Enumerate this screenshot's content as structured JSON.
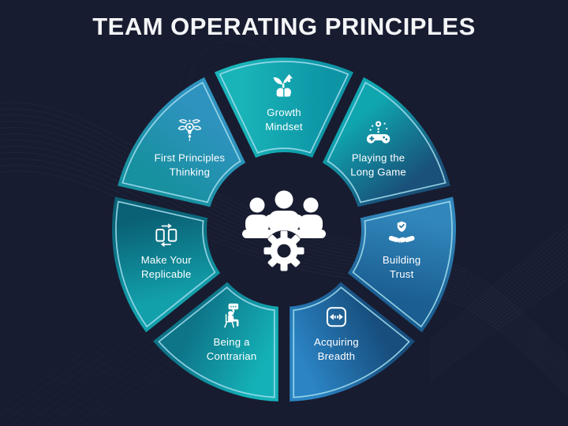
{
  "title": "TEAM OPERATING PRINCIPLES",
  "colors": {
    "background": "#181c30",
    "title_text": "#f4f5f7",
    "label_text": "#ffffff",
    "segment_outline": "#9fdcec",
    "icon_white": "#ffffff",
    "wave_line": "#7d92c4"
  },
  "wheel": {
    "center_icon": "team-gear-icon",
    "segments": [
      {
        "id": "growth-mindset",
        "line1": "Growth",
        "line2": "Mindset",
        "icon": "growth-plant-icon",
        "gradient": [
          "#19b4b8",
          "#0d95a6"
        ]
      },
      {
        "id": "playing-the-long-game",
        "line1": "Playing the",
        "line2": "Long Game",
        "icon": "game-controller-icon",
        "gradient": [
          "#0fa6b0",
          "#19517a"
        ]
      },
      {
        "id": "building-trust",
        "line1": "Building",
        "line2": "Trust",
        "icon": "trust-handshake-icon",
        "gradient": [
          "#3187bc",
          "#1b5e92"
        ]
      },
      {
        "id": "acquiring-breadth",
        "line1": "Acquiring",
        "line2": "Breadth",
        "icon": "breadth-arrows-icon",
        "gradient": [
          "#174e7e",
          "#2b84c4"
        ]
      },
      {
        "id": "being-a-contrarian",
        "line1": "Being a",
        "line2": "Contrarian",
        "icon": "contrarian-person-icon",
        "gradient": [
          "#14b2b8",
          "#0e7488"
        ]
      },
      {
        "id": "make-your-replicable",
        "line1": "Make Your",
        "line2": "Replicable",
        "icon": "replicate-sync-icon",
        "gradient": [
          "#12a0ab",
          "#0a6175"
        ]
      },
      {
        "id": "first-principles-thinking",
        "line1": "First Principles",
        "line2": "Thinking",
        "icon": "first-principles-emblem-icon",
        "gradient": [
          "#17909f",
          "#2f93c0"
        ]
      }
    ]
  }
}
